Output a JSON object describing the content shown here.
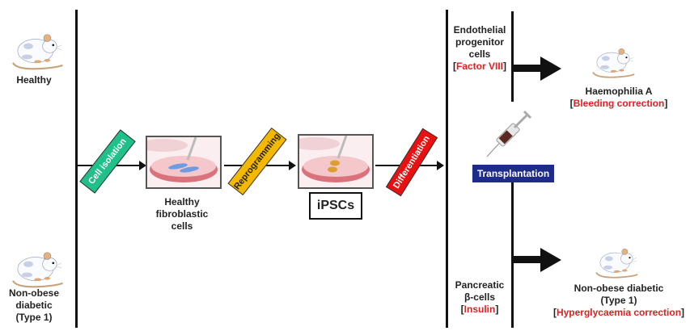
{
  "left": {
    "healthy_label": "Healthy",
    "nod_label": [
      "Non-obese",
      "diabetic",
      "(Type 1)"
    ]
  },
  "steps": {
    "cell_isolation": "Cell isolation",
    "fibroblast_label": [
      "Healthy",
      "fibroblastic",
      "cells"
    ],
    "reprogramming": "Reprogramming",
    "ipscs": "iPSCs",
    "differentiation": "Differentiation",
    "transplantation": "Transplantation"
  },
  "right": {
    "endothelial": [
      "Endothelial",
      "progenitor",
      "cells"
    ],
    "factor": "Factor VIII",
    "pancreatic": [
      "Pancreatic",
      "β-cells"
    ],
    "insulin": "Insulin",
    "haemophilia_label": "Haemophilia A",
    "bleeding": "Bleeding correction",
    "nod_label": [
      "Non-obese diabetic",
      "(Type 1)"
    ],
    "hyperglycaemia": "Hyperglycaemia correction"
  },
  "colors": {
    "cell_isolation": "#1fc08a",
    "reprogramming": "#f5b800",
    "differentiation": "#e81010",
    "transplantation": "#1f2b8a",
    "highlight_red": "#e02020"
  }
}
